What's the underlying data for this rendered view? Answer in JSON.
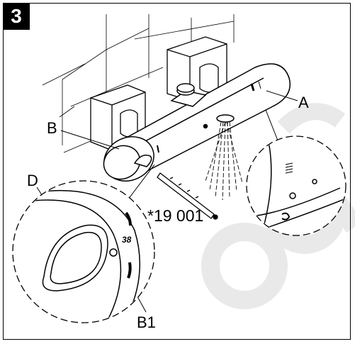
{
  "step_number": "3",
  "labels": {
    "a": "A",
    "b": "B",
    "b1": "B1",
    "d": "D",
    "part_number": "*19 001"
  },
  "dial_marking": "38",
  "colors": {
    "line": "#000000",
    "watermark": "#e8e8e8",
    "background": "#ffffff"
  }
}
